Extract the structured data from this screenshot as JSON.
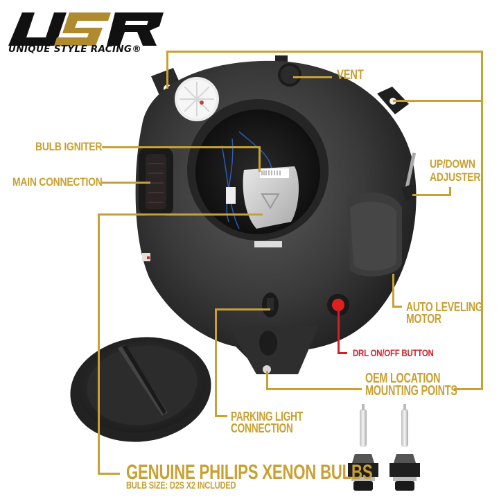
{
  "brand": {
    "logo_letters": "USR",
    "tagline": "UNIQUE STYLE RACING®",
    "colors": {
      "gold": "#c9a032",
      "black": "#111111",
      "red": "#d0202b"
    }
  },
  "callouts": {
    "vent": "VENT",
    "bulb_igniter": "BULB IGNITER",
    "main_connection": "MAIN CONNECTION",
    "up_down_adjuster_line1": "UP/DOWN",
    "up_down_adjuster_line2": "ADJUSTER",
    "auto_leveling_line1": "AUTO LEVELING",
    "auto_leveling_line2": "MOTOR",
    "drl_button": "DRL ON/OFF BUTTON",
    "oem_mount_line1": "OEM LOCATION",
    "oem_mount_line2": "MOUNTING POINTS",
    "parking_light_line1": "PARKING LIGHT",
    "parking_light_line2": "CONNECTION",
    "genuine_bulbs": "GENUINE PHILIPS XENON BULBS",
    "bulb_size": "BULB SIZE: D2S x2 INCLUDED"
  },
  "images": {
    "headlight": "headlight-rear-housing",
    "dust_cap": "headlight-dust-cap",
    "bulbs": "d2s-xenon-bulb-pair"
  }
}
